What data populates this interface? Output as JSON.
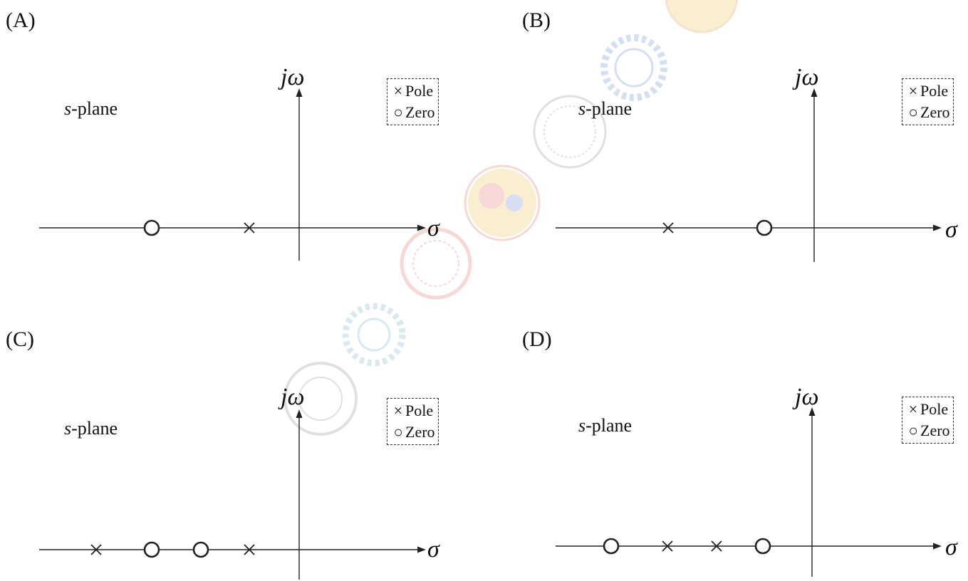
{
  "panels": [
    {
      "id": "A",
      "label": "(A)",
      "plane_label": "s-plane",
      "plane_var": "s",
      "plane_suffix": "-plane",
      "y_axis": "jω",
      "x_axis": "σ",
      "legend": {
        "pole": "Pole",
        "zero": "Zero"
      },
      "marks": [
        "zero",
        "pole"
      ]
    },
    {
      "id": "B",
      "label": "(B)",
      "plane_label": "s-plane",
      "plane_var": "s",
      "plane_suffix": "-plane",
      "y_axis": "jω",
      "x_axis": "σ",
      "legend": {
        "pole": "Pole",
        "zero": "Zero"
      },
      "marks": [
        "pole",
        "zero"
      ]
    },
    {
      "id": "C",
      "label": "(C)",
      "plane_label": "s-plane",
      "plane_var": "s",
      "plane_suffix": "-plane",
      "y_axis": "jω",
      "x_axis": "σ",
      "legend": {
        "pole": "Pole",
        "zero": "Zero"
      },
      "marks": [
        "pole",
        "zero",
        "zero",
        "pole"
      ]
    },
    {
      "id": "D",
      "label": "(D)",
      "plane_label": "s-plane",
      "plane_var": "s",
      "plane_suffix": "-plane",
      "y_axis": "jω",
      "x_axis": "σ",
      "legend": {
        "pole": "Pole",
        "zero": "Zero"
      },
      "marks": [
        "zero",
        "pole",
        "pole",
        "zero"
      ]
    }
  ],
  "colors": {
    "ink": "#222222",
    "watermark_red": "#d9534f",
    "watermark_blue": "#4a6fc4",
    "watermark_yellow": "#e8b530"
  },
  "watermark": {
    "kind": "institute-logo-seals"
  }
}
